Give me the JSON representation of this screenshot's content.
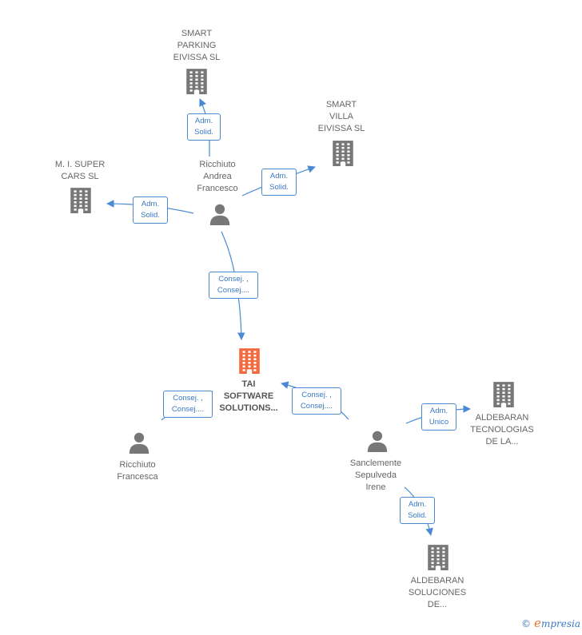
{
  "colors": {
    "company": "#777777",
    "main_company": "#f26a3d",
    "person": "#777777",
    "edge": "#4a8ad4",
    "edge_text": "#3a78c4"
  },
  "nodes": [
    {
      "id": "smart-parking",
      "type": "company",
      "label": "SMART\nPARKING\nEIVISSA  SL"
    },
    {
      "id": "smart-villa",
      "type": "company",
      "label": "SMART\nVILLA\nEIVISSA  SL"
    },
    {
      "id": "mi-super-cars",
      "type": "company",
      "label": "M. I. SUPER\nCARS  SL"
    },
    {
      "id": "ricchiuto-andrea",
      "type": "person",
      "label": "Ricchiuto\nAndrea\nFrancesco"
    },
    {
      "id": "tai-software",
      "type": "main_company",
      "label": "TAI\nSOFTWARE\nSOLUTIONS..."
    },
    {
      "id": "ricchiuto-francesca",
      "type": "person",
      "label": "Ricchiuto\nFrancesca"
    },
    {
      "id": "sanclemente",
      "type": "person",
      "label": "Sanclemente\nSepulveda\nIrene"
    },
    {
      "id": "aldebaran-tec",
      "type": "company",
      "label": "ALDEBARAN\nTECNOLOGIAS\nDE LA..."
    },
    {
      "id": "aldebaran-sol",
      "type": "company",
      "label": "ALDEBARAN\nSOLUCIONES\nDE..."
    }
  ],
  "edges": [
    {
      "id": "e1",
      "from": "ricchiuto-andrea",
      "to": "smart-parking",
      "label": "Adm.\nSolid."
    },
    {
      "id": "e2",
      "from": "ricchiuto-andrea",
      "to": "smart-villa",
      "label": "Adm.\nSolid."
    },
    {
      "id": "e3",
      "from": "ricchiuto-andrea",
      "to": "mi-super-cars",
      "label": "Adm.\nSolid."
    },
    {
      "id": "e4",
      "from": "ricchiuto-andrea",
      "to": "tai-software",
      "label": "Consej. ,\nConsej...."
    },
    {
      "id": "e5",
      "from": "ricchiuto-francesca",
      "to": "tai-software",
      "label": "Consej. ,\nConsej...."
    },
    {
      "id": "e6",
      "from": "sanclemente",
      "to": "tai-software",
      "label": "Consej. ,\nConsej...."
    },
    {
      "id": "e7",
      "from": "sanclemente",
      "to": "aldebaran-tec",
      "label": "Adm.\nUnico"
    },
    {
      "id": "e8",
      "from": "sanclemente",
      "to": "aldebaran-sol",
      "label": "Adm.\nSolid."
    }
  ],
  "footer": {
    "copyright": "©",
    "brand_first": "e",
    "brand_rest": "mpresia"
  }
}
